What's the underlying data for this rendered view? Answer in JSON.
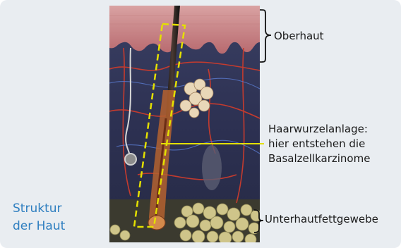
{
  "caption": {
    "line1": "Struktur",
    "line2": "der Haut"
  },
  "labels": {
    "epidermis": "Oberhaut",
    "hair_root_line1": "Haarwurzelanlage:",
    "hair_root_line2": "hier entstehen die",
    "hair_root_line3": "Basalzellkarzinome",
    "subcutis": "Unterhautfettgewebe"
  },
  "colors": {
    "caption": "#2f7fc0",
    "highlight": "#e4e000",
    "background": "#e9edf1"
  }
}
